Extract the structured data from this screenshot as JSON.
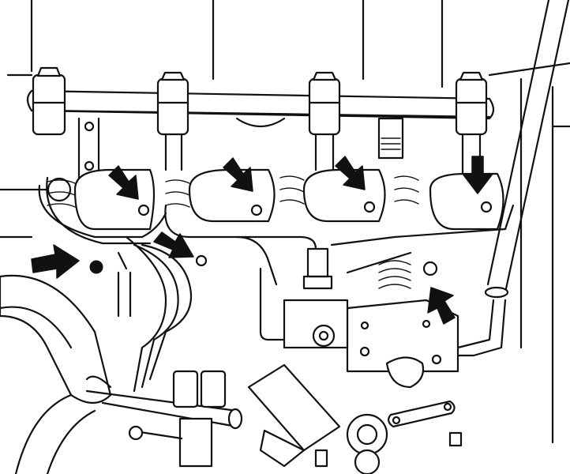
{
  "diagram": {
    "kind": "line-drawing",
    "subject": "diesel-injection-pump-and-injector-lines",
    "colors": {
      "ink": "#111111",
      "paper": "#ffffff"
    },
    "callouts": [
      {
        "id": "arrow-1",
        "icon": "arrow-down-right"
      },
      {
        "id": "arrow-2",
        "icon": "arrow-down-right"
      },
      {
        "id": "arrow-3",
        "icon": "arrow-down-right"
      },
      {
        "id": "arrow-4",
        "icon": "arrow-down"
      },
      {
        "id": "arrow-5",
        "icon": "arrow-right"
      },
      {
        "id": "arrow-6",
        "icon": "arrow-down-right"
      },
      {
        "id": "arrow-7",
        "icon": "arrow-up-left"
      }
    ]
  }
}
